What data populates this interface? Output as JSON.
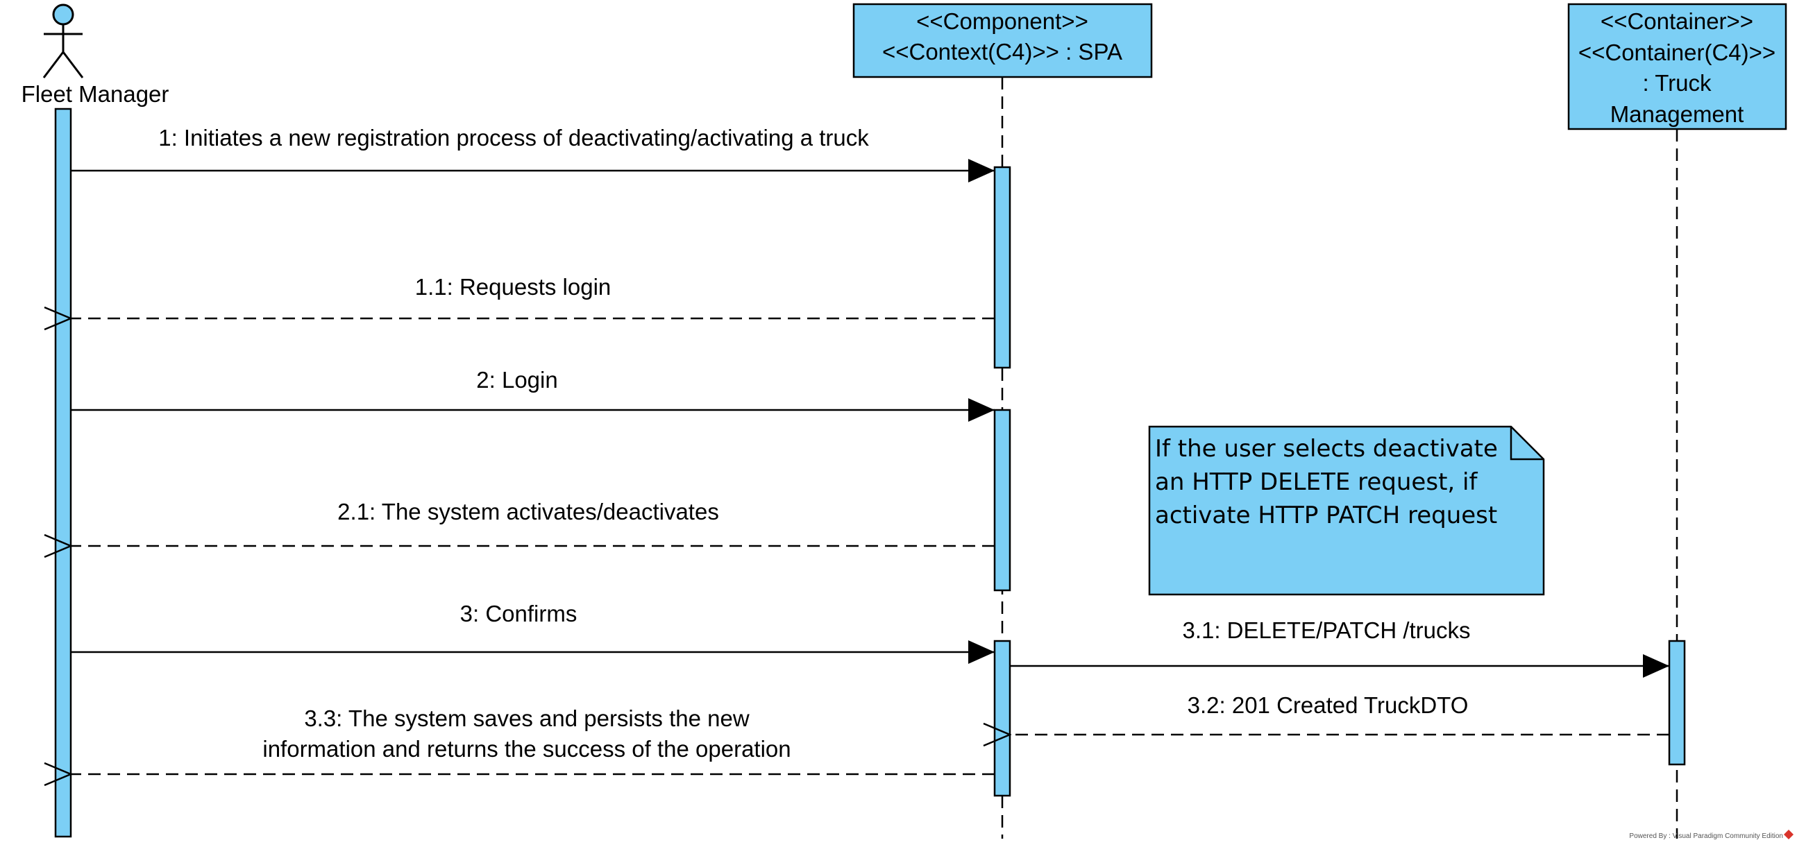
{
  "diagram": {
    "type": "sequence",
    "colors": {
      "fill": "#7ccff5",
      "stroke": "#000000",
      "background": "#ffffff",
      "watermark_icon": "#d9342b"
    },
    "actor": {
      "name": "Fleet Manager"
    },
    "participants": [
      {
        "stereotype": "<<Component>>",
        "line2": "<<Context(C4)>> : SPA"
      },
      {
        "stereotype": "<<Container>>",
        "line2": "<<Container(C4)>>",
        "line3": ": Truck",
        "line4": "Management"
      }
    ],
    "messages": [
      {
        "label": "1: Initiates a new registration process of deactivating/activating a truck",
        "kind": "sync"
      },
      {
        "label": "1.1: Requests login",
        "kind": "return"
      },
      {
        "label": "2: Login",
        "kind": "sync"
      },
      {
        "label": "2.1: The system activates/deactivates",
        "kind": "return"
      },
      {
        "label": "3: Confirms",
        "kind": "sync"
      },
      {
        "label": "3.1: DELETE/PATCH /trucks",
        "kind": "sync"
      },
      {
        "label": "3.2: 201 Created TruckDTO",
        "kind": "return"
      },
      {
        "label_line1": "3.3: The system saves and persists the new",
        "label_line2": "information and returns the success of the operation",
        "kind": "return"
      }
    ],
    "note": {
      "line1": "If the user selects deactivate",
      "line2": "an HTTP DELETE request, if",
      "line3": "activate HTTP PATCH request"
    },
    "watermark": "Powered By : Visual Paradigm Community Edition"
  }
}
